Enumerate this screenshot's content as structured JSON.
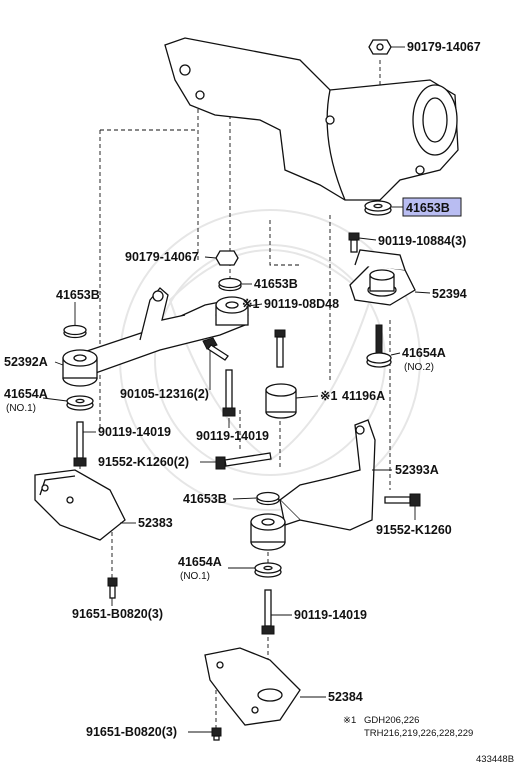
{
  "labels": {
    "p90179_top": "90179-14067",
    "p41653B_hl": "41653B",
    "p90119_10884": "90119-10884(3)",
    "p90179_mid": "90179-14067",
    "p41653B_mid": "41653B",
    "p52394": "52394",
    "p41653B_left": "41653B",
    "p90119_08D48": "90119-08D48",
    "p52392A": "52392A",
    "p41654A_right": "41654A",
    "p41654A_right_sub": "(NO.2)",
    "p90105": "90105-12316(2)",
    "p41196A": "41196A",
    "p41654A_left": "41654A",
    "p41654A_left_sub": "(NO.1)",
    "p90119_14019_a": "90119-14019",
    "p90119_14019_b": "90119-14019",
    "p91552_K1260_2": "91552-K1260(2)",
    "p52393A": "52393A",
    "p41653B_low": "41653B",
    "p52383": "52383",
    "p91552_K1260": "91552-K1260",
    "p41654A_low": "41654A",
    "p41654A_low_sub": "(NO.1)",
    "p91651_a": "91651-B0820(3)",
    "p90119_14019_c": "90119-14019",
    "p52384": "52384",
    "p91651_b": "91651-B0820(3)"
  },
  "footnote": {
    "mark": "※1",
    "line1": "GDH206,226",
    "line2": "TRH216,219,226,228,229"
  },
  "ref_marker": "※1",
  "figure_id": "433448B",
  "colors": {
    "highlight": "#b9bdf2",
    "ink": "#111111"
  }
}
